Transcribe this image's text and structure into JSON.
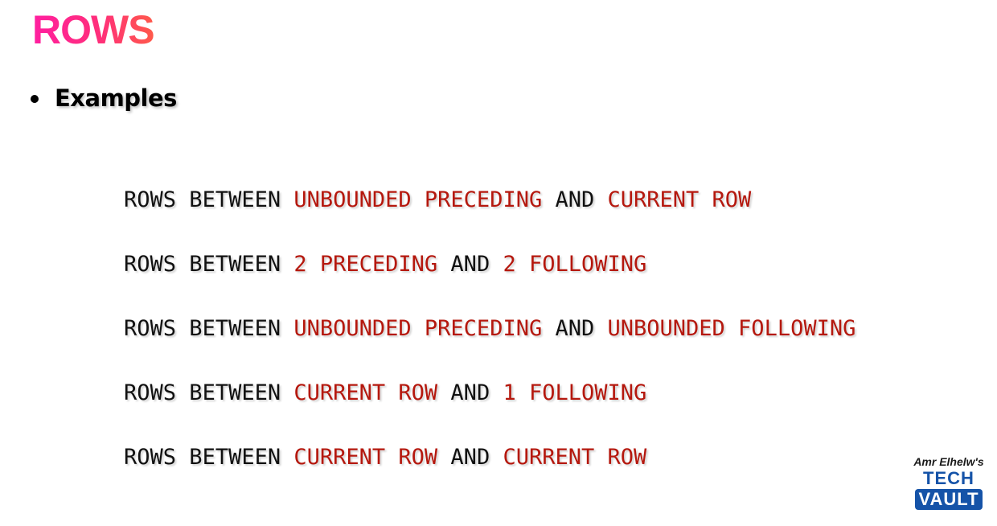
{
  "slide": {
    "title": "ROWS",
    "bullet": "Examples"
  },
  "examples": [
    [
      {
        "text": "ROWS BETWEEN ",
        "color": "#111111"
      },
      {
        "text": "UNBOUNDED PRECEDING",
        "color": "#b5180e"
      },
      {
        "text": " AND ",
        "color": "#111111"
      },
      {
        "text": "CURRENT ROW",
        "color": "#b5180e"
      }
    ],
    [
      {
        "text": "ROWS BETWEEN ",
        "color": "#111111"
      },
      {
        "text": "2 PRECEDING",
        "color": "#b5180e"
      },
      {
        "text": " AND ",
        "color": "#111111"
      },
      {
        "text": "2 FOLLOWING",
        "color": "#b5180e"
      }
    ],
    [
      {
        "text": "ROWS BETWEEN ",
        "color": "#111111"
      },
      {
        "text": "UNBOUNDED PRECEDING",
        "color": "#b5180e"
      },
      {
        "text": " AND ",
        "color": "#111111"
      },
      {
        "text": "UNBOUNDED FOLLOWING",
        "color": "#b5180e"
      }
    ],
    [
      {
        "text": "ROWS BETWEEN ",
        "color": "#111111"
      },
      {
        "text": "CURRENT ROW",
        "color": "#b5180e"
      },
      {
        "text": " AND ",
        "color": "#111111"
      },
      {
        "text": "1 FOLLOWING",
        "color": "#b5180e"
      }
    ],
    [
      {
        "text": "ROWS BETWEEN ",
        "color": "#111111"
      },
      {
        "text": "CURRENT ROW",
        "color": "#b5180e"
      },
      {
        "text": " AND ",
        "color": "#111111"
      },
      {
        "text": "CURRENT ROW",
        "color": "#b5180e"
      }
    ]
  ],
  "logo": {
    "author": "Amr Elhelw's",
    "line1": "TECH",
    "line2": "VAULT"
  },
  "colors": {
    "title_gradient_start": "#ff1fa0",
    "title_gradient_end": "#ff5a4a",
    "keyword": "#111111",
    "highlight": "#b5180e",
    "brand_blue": "#1553a8"
  }
}
